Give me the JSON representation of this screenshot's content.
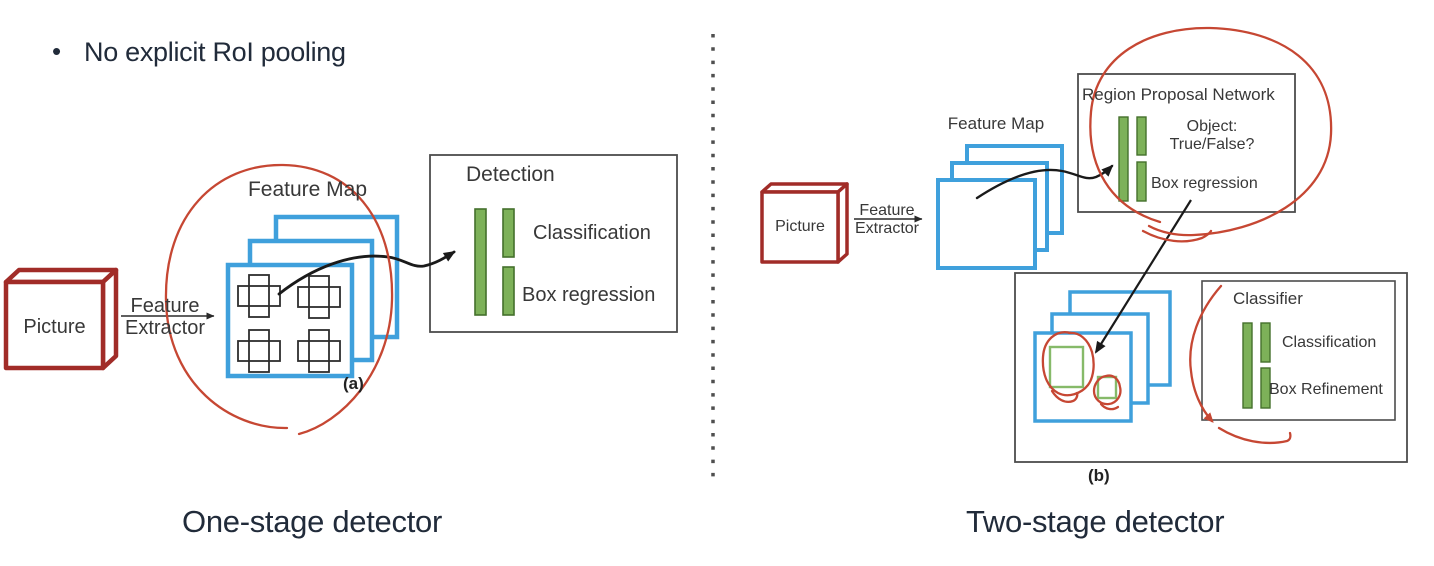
{
  "colors": {
    "slide_text": "#212b3a",
    "diagram_text": "#383838",
    "feature_map_blue": "#3fa0dc",
    "picture_red": "#a12c28",
    "bar_green_fill": "#7db159",
    "bar_green_border": "#44702c",
    "proposal_green": "#86ba69",
    "annotation_red": "#c64733",
    "box_border_gray": "#4d4d4d"
  },
  "bullet": {
    "marker": "•",
    "text": "No explicit RoI pooling"
  },
  "one_stage": {
    "picture_label": "Picture",
    "extractor_line1": "Feature",
    "extractor_line2": "Extractor",
    "feature_map_label": "Feature Map",
    "detection_title": "Detection",
    "classification_label": "Classification",
    "box_regression_label": "Box regression",
    "subfigure_label": "(a)",
    "caption": "One-stage detector"
  },
  "two_stage": {
    "picture_label": "Picture",
    "extractor_line1": "Feature",
    "extractor_line2": "Extractor",
    "feature_map_label": "Feature Map",
    "rpn_title": "Region Proposal Network",
    "objectness_line1": "Object:",
    "objectness_line2": "True/False?",
    "box_regression_label": "Box regression",
    "classifier_title": "Classifier",
    "classification_label": "Classification",
    "box_refinement_label": "Box Refinement",
    "subfigure_label": "(b)",
    "caption": "Two-stage detector"
  }
}
